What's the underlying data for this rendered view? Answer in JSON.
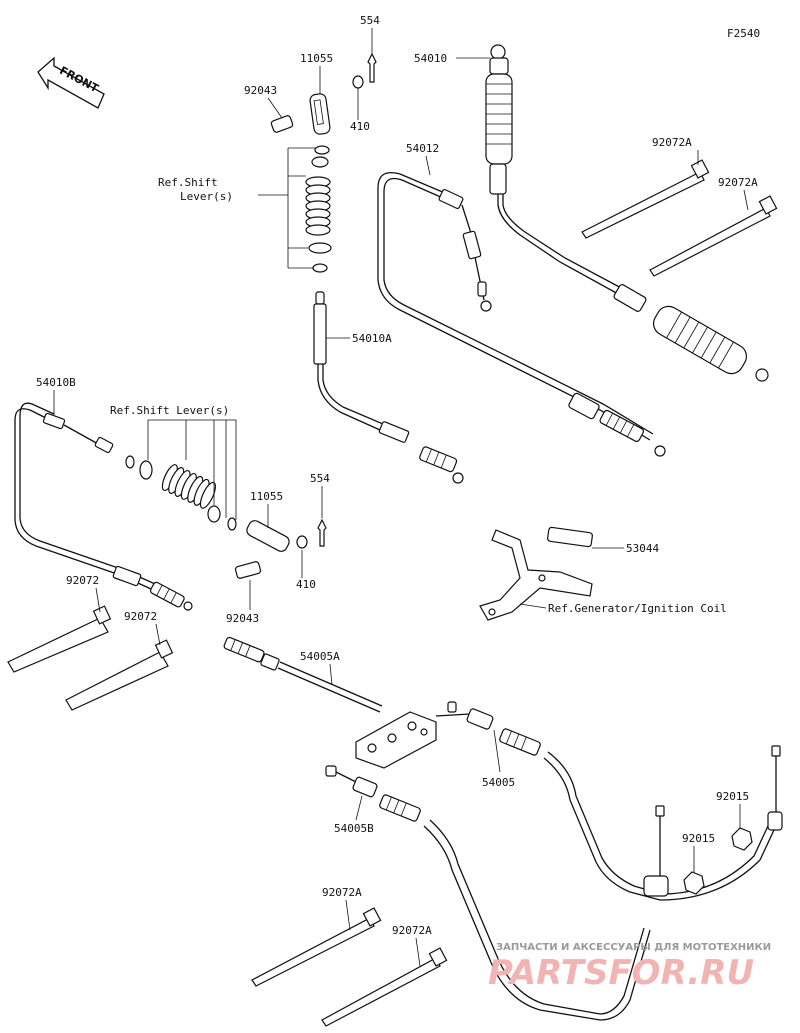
{
  "diagram": {
    "code": "F2540",
    "front_label": "FRONT",
    "labels": {
      "p554a": "554",
      "p11055a": "11055",
      "p92043a": "92043",
      "p410a": "410",
      "p54010": "54010",
      "p54012": "54012",
      "p92072a1": "92072A",
      "p92072a2": "92072A",
      "refShiftA": "Ref.Shift\nLever(s)",
      "refShiftA1": "Ref.Shift",
      "refShiftA2": "Lever(s)",
      "p54010a": "54010A",
      "p54010b": "54010B",
      "refShiftB": "Ref.Shift Lever(s)",
      "p554b": "554",
      "p11055b": "11055",
      "p410b": "410",
      "p92043b": "92043",
      "p53044": "53044",
      "refGen": "Ref.Generator/Ignition Coil",
      "p92072a": "92072",
      "p92072b": "92072",
      "p54005a": "54005A",
      "p54005": "54005",
      "p54005b": "54005B",
      "p92015a": "92015",
      "p92015b": "92015",
      "p92072a3": "92072A",
      "p92072a4": "92072A"
    },
    "watermark": {
      "top": "ЗАПЧАСТИ И АКСЕССУАРЫ ДЛЯ МОТОТЕХНИКИ",
      "main": "PARTSFOR.RU"
    }
  }
}
